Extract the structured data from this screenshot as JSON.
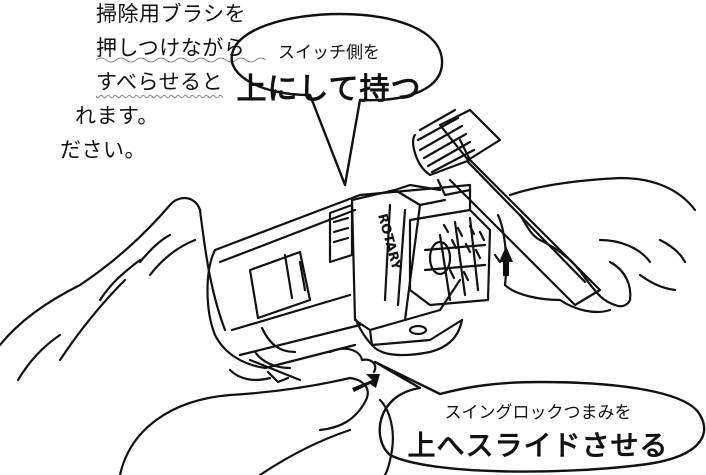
{
  "instructions": {
    "lines": [
      "掃除用ブラシを",
      "押しつけながら",
      "すべらせると",
      "れます。",
      "ださい。"
    ]
  },
  "callout_top": {
    "small": "スイッチ側を",
    "big": "上にして持つ"
  },
  "callout_bottom": {
    "small": "スイングロックつまみを",
    "big": "上へスライドさせる"
  },
  "device": {
    "brand": "ROTARY"
  },
  "colors": {
    "ink": "#111111",
    "paper": "#ffffff"
  }
}
